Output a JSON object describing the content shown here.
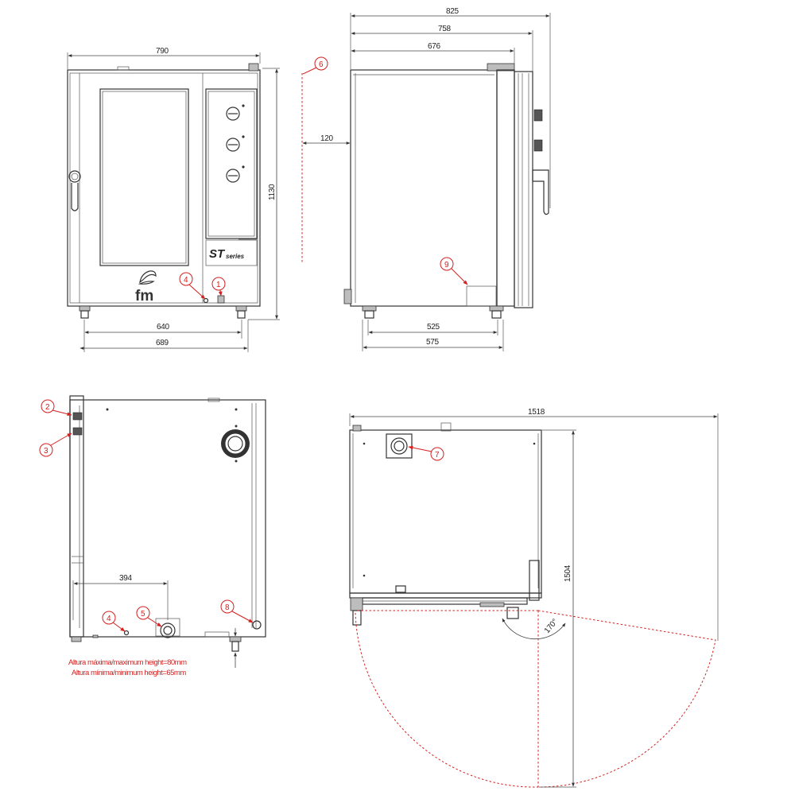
{
  "dimensions": {
    "front_width": "790",
    "front_height": "1130",
    "feet_inner": "640",
    "feet_outer": "689",
    "side_total": "825",
    "side_mid": "758",
    "side_body": "676",
    "side_clearance": "120",
    "side_feet_inner": "525",
    "side_feet_outer": "575",
    "back_offset": "394",
    "top_total": "1518",
    "top_depth": "1504",
    "door_angle": "170°"
  },
  "callouts": [
    "1",
    "2",
    "3",
    "4",
    "5",
    "6",
    "7",
    "8",
    "9"
  ],
  "brand": {
    "logo_text": "fm",
    "series_st": "ST",
    "series_word": "series"
  },
  "notes": {
    "max_height": "Altura máxima/maximum height=80mm",
    "min_height": "Altura mínima/minimum height=65mm"
  },
  "colors": {
    "drawing_line": "#333333",
    "callout_red": "#d42020",
    "panel_grey": "#bdbdbd"
  },
  "icons": [
    "door-handle-icon",
    "control-knob-icon",
    "fm-logo-icon",
    "exhaust-vent-icon",
    "drain-outlet-icon"
  ]
}
